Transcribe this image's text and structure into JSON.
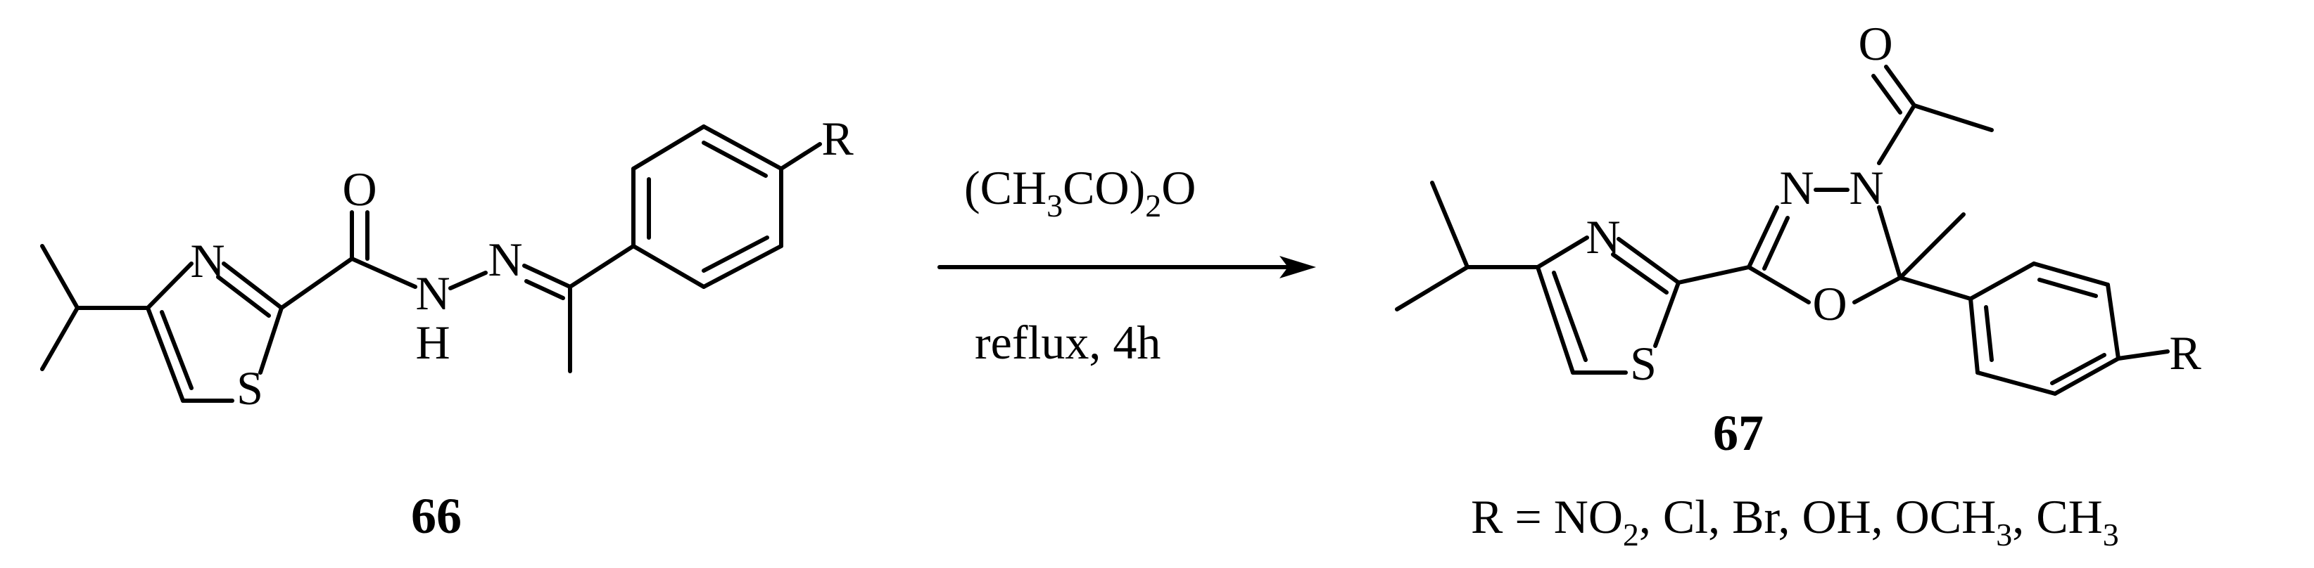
{
  "scheme": {
    "reactant": {
      "label": "66",
      "atoms": {
        "thiazole_n": "N",
        "thiazole_s": "S",
        "carbonyl_o": "O",
        "amide_n": "N",
        "amide_h": "H",
        "imine_n": "N",
        "r_group": "R"
      }
    },
    "reagent": {
      "prefix": "(CH",
      "sub1": "3",
      "middle": "CO)",
      "sub2": "2",
      "suffix": "O"
    },
    "conditions": "reflux, 4h",
    "product": {
      "label": "67",
      "atoms": {
        "thiazole_n": "N",
        "thiazole_s": "S",
        "ring_n1": "N",
        "ring_n2": "N",
        "ring_o": "O",
        "acetyl_o": "O",
        "r_group": "R"
      }
    },
    "substituents": {
      "text1": "R = NO",
      "sub1": "2",
      "text2": ", Cl, Br, OH, OCH",
      "sub2": "3",
      "text3": ", CH",
      "sub3": "3"
    }
  }
}
